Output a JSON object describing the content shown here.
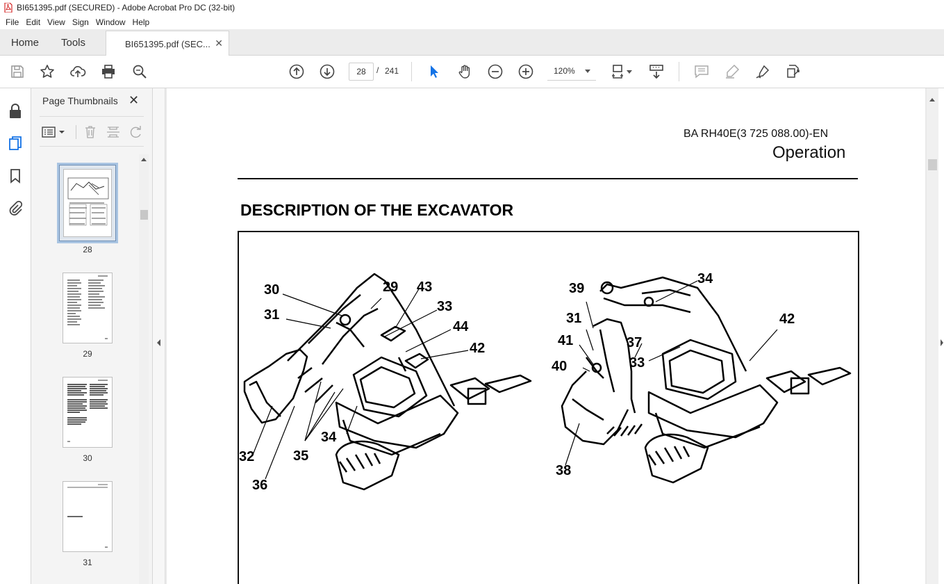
{
  "window": {
    "title": "BI651395.pdf (SECURED) - Adobe Acrobat Pro DC (32-bit)"
  },
  "menu": [
    "File",
    "Edit",
    "View",
    "Sign",
    "Window",
    "Help"
  ],
  "tabs": {
    "home": "Home",
    "tools": "Tools",
    "document": "BI651395.pdf (SEC..."
  },
  "toolbar": {
    "current_page": "28",
    "page_separator": "/",
    "total_pages": "241",
    "zoom": "120%"
  },
  "thumbnails": {
    "title": "Page Thumbnails",
    "pages": [
      {
        "label": "28",
        "selected": true
      },
      {
        "label": "29",
        "selected": false
      },
      {
        "label": "30",
        "selected": false
      },
      {
        "label": "31",
        "selected": false
      }
    ]
  },
  "document": {
    "header_code": "BA RH40E(3 725 088.00)-EN",
    "header_section": "Operation",
    "title": "DESCRIPTION OF THE EXCAVATOR",
    "callouts_left": [
      "30",
      "29",
      "43",
      "31",
      "33",
      "44",
      "42",
      "34",
      "32",
      "35",
      "36"
    ],
    "callouts_right": [
      "34",
      "39",
      "31",
      "42",
      "41",
      "37",
      "40",
      "33",
      "38"
    ]
  },
  "icons": {
    "titlebar": "pdf-file-icon",
    "toolbar": [
      "save-icon",
      "star-icon",
      "upload-icon",
      "print-icon",
      "zoom-search-icon",
      "page-up-icon",
      "page-down-icon",
      "select-cursor-icon",
      "hand-icon",
      "zoom-out-icon",
      "zoom-in-icon",
      "fit-page-icon",
      "scroll-mode-icon",
      "comment-icon",
      "highlight-icon",
      "sign-icon",
      "share-icon"
    ],
    "rail": [
      "lock-icon",
      "pages-icon",
      "bookmark-icon",
      "attachment-icon"
    ]
  },
  "colors": {
    "accent": "#1473e6",
    "tab_bar": "#ececec",
    "panel": "#f4f4f4",
    "selection": "#a9c4e2"
  }
}
